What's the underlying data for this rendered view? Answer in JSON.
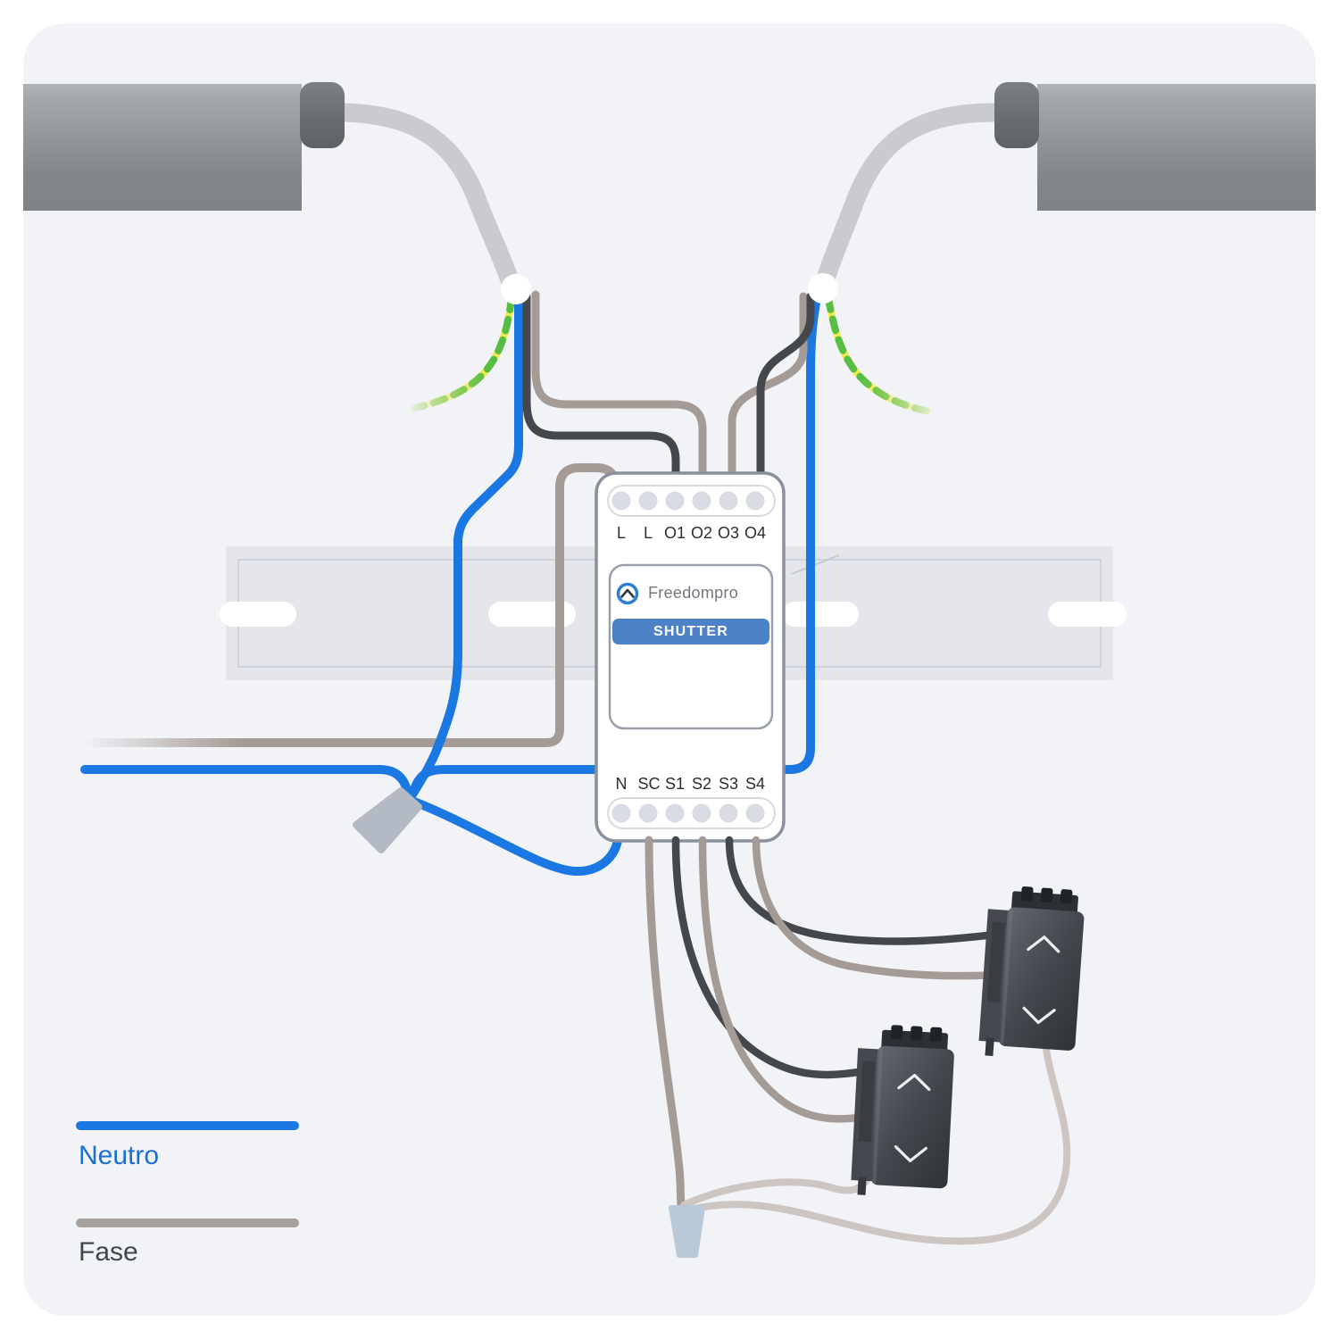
{
  "page": {
    "outer_bg": "#ffffff",
    "panel_bg": "#f1f3f7"
  },
  "device": {
    "brand": "Freedompro",
    "model_badge": "SHUTTER",
    "badge_color": "#4d82c6",
    "top_terminals": [
      "L",
      "L",
      "O1",
      "O2",
      "O3",
      "O4"
    ],
    "bottom_terminals": [
      "N",
      "SC",
      "S1",
      "S2",
      "S3",
      "S4"
    ]
  },
  "legend": {
    "items": [
      {
        "label": "Neutro",
        "color": "#1a73e8"
      },
      {
        "label": "Fase",
        "color": "#a6a19e"
      }
    ]
  },
  "wires": {
    "neutral_color": "#1b78e2",
    "phase_color": "#a59b96",
    "motor_line_color": "#44474c",
    "earth_green": "#57bd45",
    "earth_yellow": "#f0e94f",
    "switch_return_color": "#ccc5c2",
    "motor_cable_color": "#c9cbce"
  },
  "switches": {
    "count": 2,
    "up_glyph": "chevron-up",
    "down_glyph": "chevron-down"
  }
}
